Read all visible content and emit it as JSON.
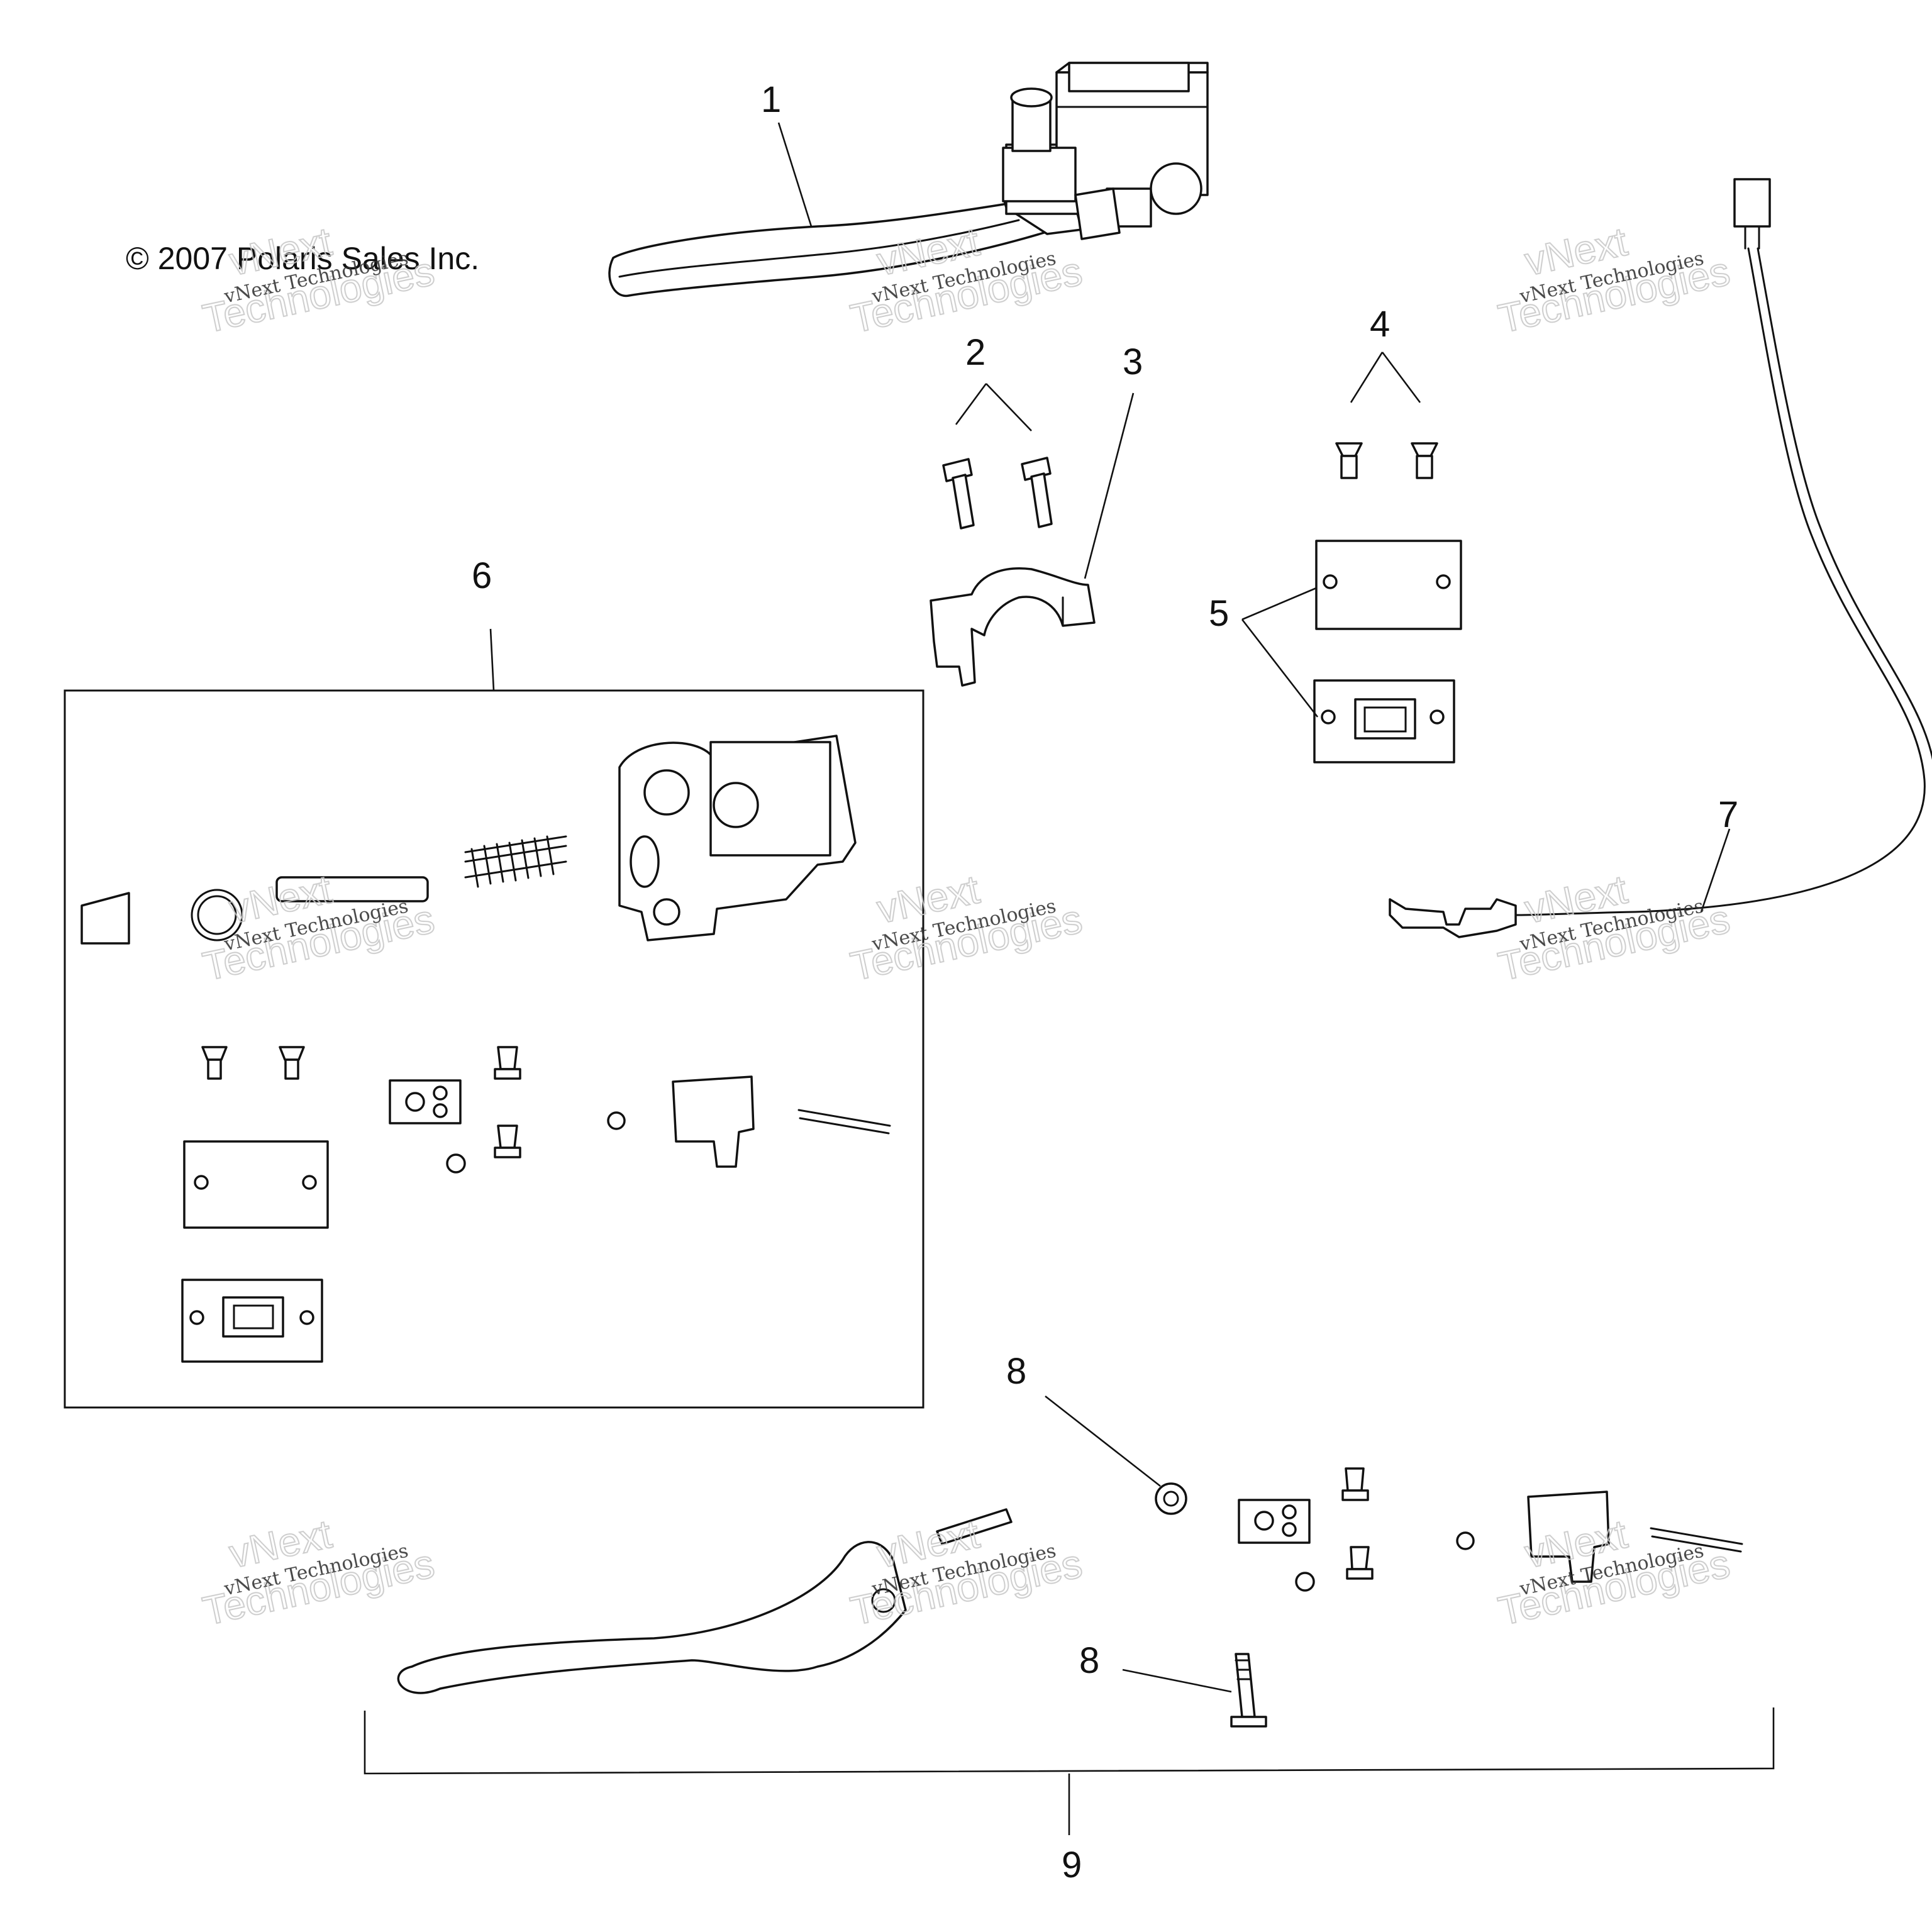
{
  "copyright": "© 2007 Polaris Sales Inc.",
  "watermark": {
    "line_small": "vNext Technologies",
    "line_big_1": "vNext",
    "line_big_2": "Technologies"
  },
  "callouts": [
    "1",
    "2",
    "3",
    "4",
    "5",
    "6",
    "7",
    "8",
    "8",
    "9"
  ],
  "colors": {
    "ink": "#111111",
    "background": "#ffffff",
    "watermark": "#c8c8c8"
  }
}
